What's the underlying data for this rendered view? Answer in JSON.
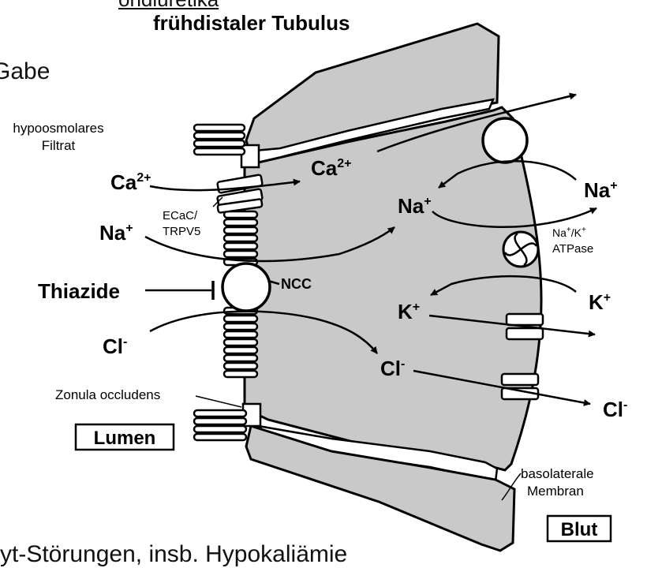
{
  "background_text": {
    "heading_fragment": "ondiuretika",
    "left_fragment": "Gabe",
    "bottom_fragment": "yt-Störungen, insb. Hypokaliämie"
  },
  "diagram": {
    "title": "frühdistaler Tubulus",
    "lumen_side_text": "hypoosmolares",
    "lumen_side_text2": "Filtrat",
    "ions": {
      "ca_left": "Ca",
      "ca_left_sup": "2+",
      "ca_cell": "Ca",
      "ca_cell_sup": "2+",
      "na_left": "Na",
      "na_left_sup": "+",
      "na_cell": "Na",
      "na_cell_sup": "+",
      "na_right": "Na",
      "na_right_sup": "+",
      "k_cell": "K",
      "k_cell_sup": "+",
      "k_right": "K",
      "k_right_sup": "+",
      "cl_left": "Cl",
      "cl_left_sup": "-",
      "cl_cell": "Cl",
      "cl_cell_sup": "-",
      "cl_right": "Cl",
      "cl_right_sup": "-"
    },
    "channels": {
      "ecac_line1": "ECaC/",
      "ecac_line2": "TRPV5",
      "ncc": "NCC",
      "atpase_line1_a": "Na",
      "atpase_line1_sup1": "+",
      "atpase_line1_b": "/K",
      "atpase_line1_sup2": "+",
      "atpase_line2": "ATPase"
    },
    "drug": "Thiazide",
    "zonula": "Zonula occludens",
    "lumen_box": "Lumen",
    "basolateral_line1": "basolaterale",
    "basolateral_line2": "Membran",
    "blood_box": "Blut"
  }
}
